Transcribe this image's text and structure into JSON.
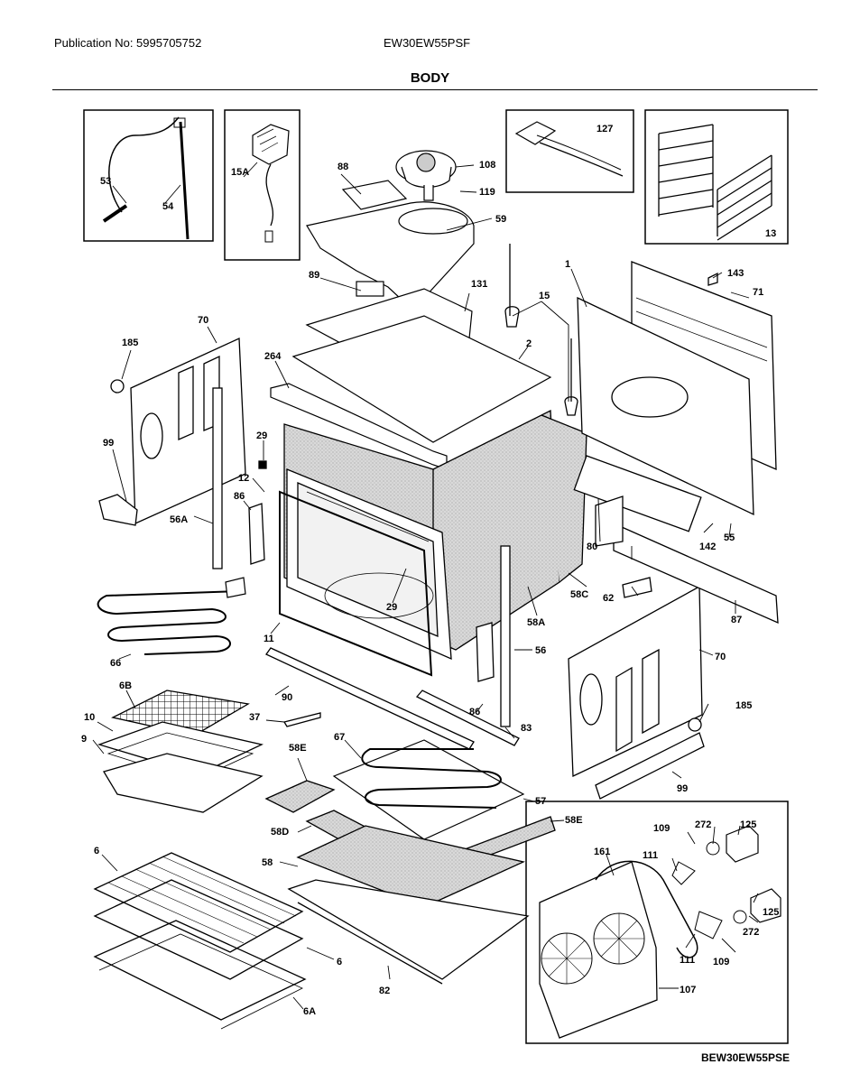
{
  "header": {
    "publication": "Publication No: 5995705752",
    "model": "EW30EW55PSF",
    "title": "BODY",
    "drawing_id": "BEW30EW55PSE"
  },
  "callouts": [
    "53",
    "54",
    "15A",
    "88",
    "108",
    "119",
    "59",
    "127",
    "13",
    "89",
    "131",
    "15",
    "1",
    "143",
    "71",
    "70",
    "185",
    "264",
    "2",
    "99",
    "29",
    "12",
    "86",
    "56A",
    "80",
    "142",
    "55",
    "87",
    "62",
    "58C",
    "29",
    "11",
    "58A",
    "56",
    "70",
    "66",
    "6B",
    "10",
    "37",
    "90",
    "86",
    "83",
    "185",
    "9",
    "58E",
    "67",
    "57",
    "99",
    "58E",
    "109",
    "272",
    "125",
    "58D",
    "161",
    "111",
    "58",
    "6",
    "125",
    "272",
    "111",
    "109",
    "6",
    "82",
    "107",
    "6A"
  ]
}
